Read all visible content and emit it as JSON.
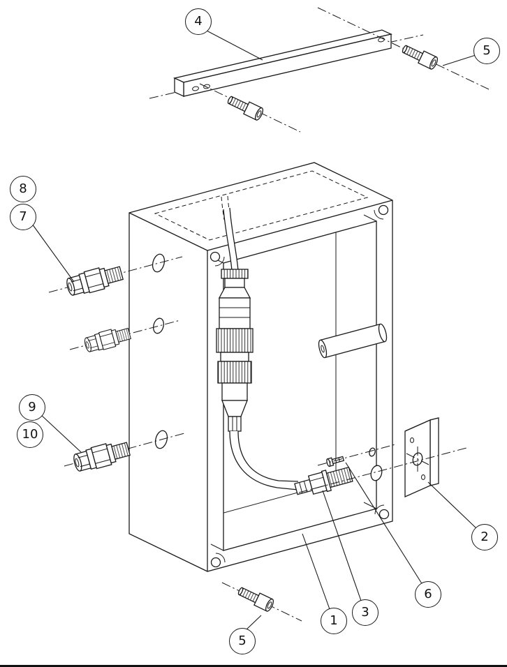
{
  "drawing": {
    "type": "exploded-assembly-technical-drawing",
    "line_color": "#1a1a1a",
    "background_color": "#ffffff"
  },
  "balloons": [
    {
      "id": "balloon-4",
      "label": "4"
    },
    {
      "id": "balloon-5-top",
      "label": "5"
    },
    {
      "id": "balloon-8",
      "label": "8"
    },
    {
      "id": "balloon-7",
      "label": "7"
    },
    {
      "id": "balloon-9",
      "label": "9"
    },
    {
      "id": "balloon-10",
      "label": "10"
    },
    {
      "id": "balloon-2",
      "label": "2"
    },
    {
      "id": "balloon-6",
      "label": "6"
    },
    {
      "id": "balloon-3",
      "label": "3"
    },
    {
      "id": "balloon-1",
      "label": "1"
    },
    {
      "id": "balloon-5-bottom",
      "label": "5"
    }
  ]
}
